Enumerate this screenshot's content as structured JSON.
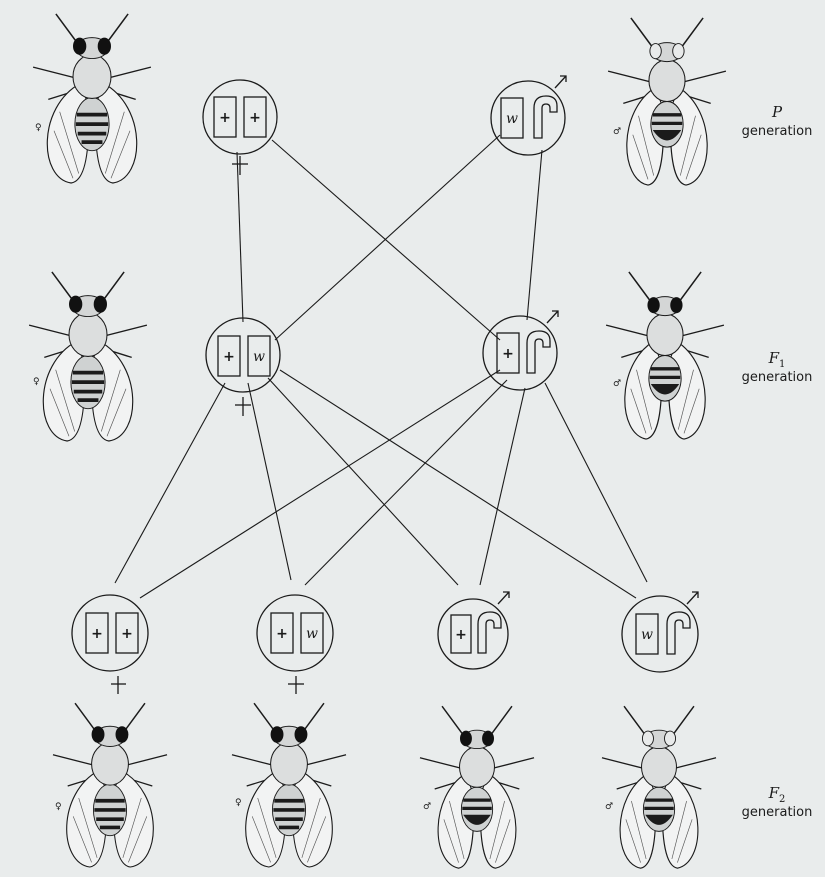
{
  "generations": [
    {
      "symbol": "P",
      "subscript": "",
      "word": "generation"
    },
    {
      "symbol": "F",
      "subscript": "1",
      "word": "generation"
    },
    {
      "symbol": "F",
      "subscript": "2",
      "word": "generation"
    }
  ],
  "symbols": {
    "female": "♀",
    "male": "♂"
  },
  "genotypes": {
    "p_female": [
      "+",
      "+"
    ],
    "p_male": [
      "w",
      ""
    ],
    "f1_female": [
      "+",
      "w"
    ],
    "f1_male": [
      "+",
      ""
    ],
    "f2_1": [
      "+",
      "+"
    ],
    "f2_2": [
      "+",
      "w"
    ],
    "f2_3": [
      "+",
      ""
    ],
    "f2_4": [
      "w",
      ""
    ]
  },
  "colors": {
    "ink": "#1b1b1b",
    "paper": "#e9ecec",
    "eye": "#111111"
  }
}
